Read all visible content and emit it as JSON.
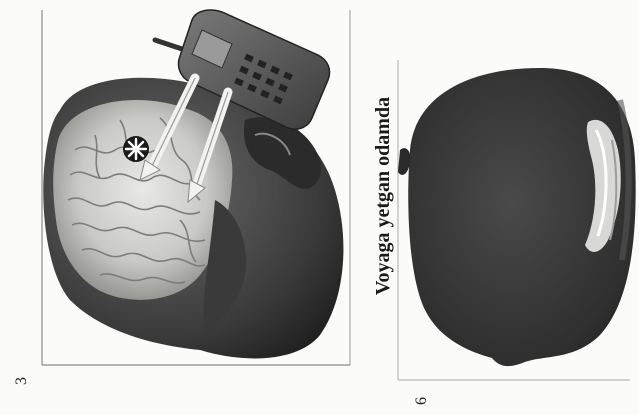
{
  "figures": [
    {
      "page_number": "3"
    },
    {
      "page_number": "6",
      "caption": "Voyaga yetgan odamda"
    }
  ]
}
